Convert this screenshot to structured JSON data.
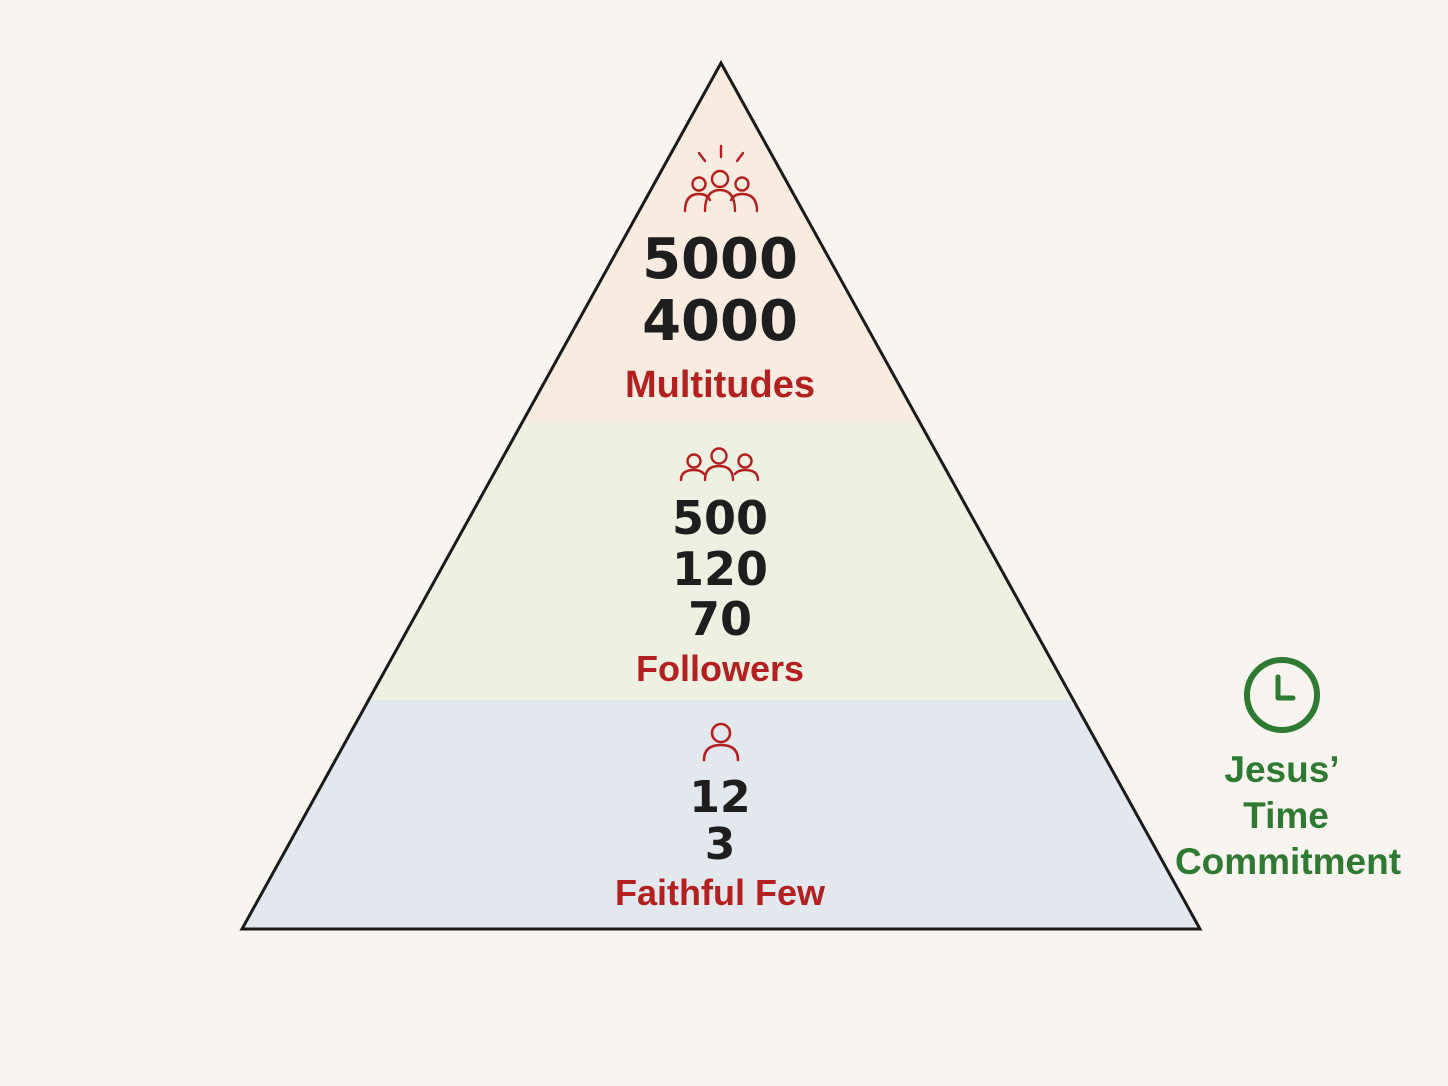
{
  "colors": {
    "background": "#f8f4ef",
    "outline": "#1a1a1a",
    "number": "#1e1e1e",
    "label": "#b3201f",
    "side": "#2e7a32",
    "tier_fills": [
      "#f8ece0",
      "#eef0e2",
      "#e3e8ef"
    ]
  },
  "tiers": [
    {
      "label": "Multitudes",
      "icon": "crowd-icon",
      "numbers": [
        "5000",
        "4000"
      ]
    },
    {
      "label": "Followers",
      "icon": "group-icon",
      "numbers": [
        "500",
        "120",
        "70"
      ]
    },
    {
      "label": "Faithful Few",
      "icon": "person-icon",
      "numbers": [
        "12",
        "3"
      ]
    }
  ],
  "side": {
    "icon": "clock-icon",
    "lines": [
      "Jesus’",
      "Time",
      "Commitment"
    ]
  }
}
